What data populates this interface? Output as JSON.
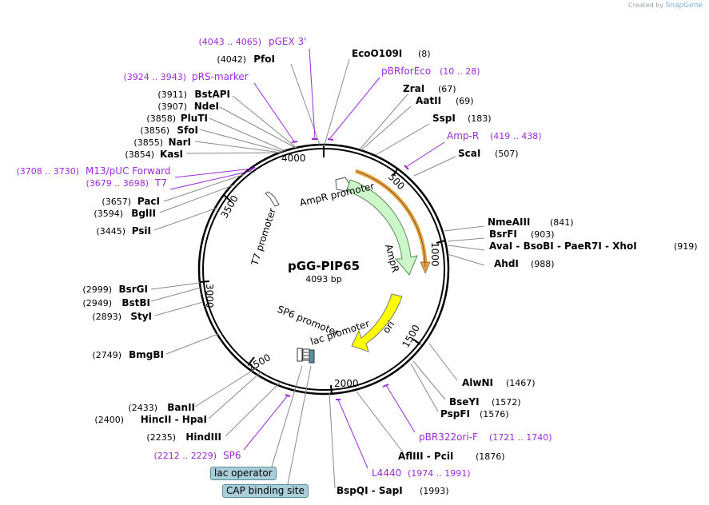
{
  "credit": {
    "prefix": "Created by",
    "brand": "SnapGene"
  },
  "plasmid": {
    "name": "pGG-PIP65",
    "size": "4093 bp"
  },
  "ring_ticks": [
    "500",
    "1000",
    "1500",
    "2000",
    "2500",
    "3000",
    "3500",
    "4000"
  ],
  "features": {
    "ampr_promoter": "AmpR promoter",
    "ampr": "AmpR",
    "ori": "ori",
    "t7_promoter": "T7 promoter",
    "sp6_promoter": "SP6 promoter",
    "lac_promoter": "lac promoter"
  },
  "sites_right": [
    {
      "name": "EcoO109I",
      "pos": "(8)"
    },
    {
      "name": "ZraI",
      "pos": "(67)"
    },
    {
      "name": "AatII",
      "pos": "(69)"
    },
    {
      "name": "SspI",
      "pos": "(183)"
    },
    {
      "name": "ScaI",
      "pos": "(507)"
    },
    {
      "name": "NmeAIII",
      "pos": "(841)"
    },
    {
      "name": "BsrFI",
      "pos": "(903)"
    },
    {
      "name": "AvaI - BsoBI - PaeR7I - XhoI",
      "pos": "(919)"
    },
    {
      "name": "AhdI",
      "pos": "(988)"
    },
    {
      "name": "AlwNI",
      "pos": "(1467)"
    },
    {
      "name": "BseYI",
      "pos": "(1572)"
    },
    {
      "name": "PspFI",
      "pos": "(1576)"
    },
    {
      "name": "AflIII - PciI",
      "pos": "(1876)"
    },
    {
      "name": "BspQI - SapI",
      "pos": "(1993)"
    }
  ],
  "sites_left": [
    {
      "name": "PfoI",
      "pos": "(4042)"
    },
    {
      "name": "BstAPI",
      "pos": "(3911)"
    },
    {
      "name": "NdeI",
      "pos": "(3907)"
    },
    {
      "name": "PluTI",
      "pos": "(3858)"
    },
    {
      "name": "SfoI",
      "pos": "(3856)"
    },
    {
      "name": "NarI",
      "pos": "(3855)"
    },
    {
      "name": "KasI",
      "pos": "(3854)"
    },
    {
      "name": "PacI",
      "pos": "(3657)"
    },
    {
      "name": "BglII",
      "pos": "(3594)"
    },
    {
      "name": "PsiI",
      "pos": "(3445)"
    },
    {
      "name": "BsrGI",
      "pos": "(2999)"
    },
    {
      "name": "BstBI",
      "pos": "(2949)"
    },
    {
      "name": "StyI",
      "pos": "(2893)"
    },
    {
      "name": "BmgBI",
      "pos": "(2749)"
    },
    {
      "name": "BanII",
      "pos": "(2433)"
    },
    {
      "name": "HincII - HpaI",
      "pos": "(2400)"
    },
    {
      "name": "HindIII",
      "pos": "(2235)"
    }
  ],
  "primers": [
    {
      "name": "pGEX 3'",
      "range": "(4043 .. 4065)"
    },
    {
      "name": "pBRforEco",
      "range": "(10 .. 28)"
    },
    {
      "name": "pRS-marker",
      "range": "(3924 .. 3943)"
    },
    {
      "name": "Amp-R",
      "range": "(419 .. 438)"
    },
    {
      "name": "M13/pUC Forward",
      "range": "(3708 .. 3730)"
    },
    {
      "name": "T7",
      "range": "(3679 .. 3698)"
    },
    {
      "name": "pBR322ori-F",
      "range": "(1721 .. 1740)"
    },
    {
      "name": "L4440",
      "range": "(1974 .. 1991)"
    },
    {
      "name": "SP6",
      "range": "(2212 .. 2229)"
    }
  ],
  "boxed_features": {
    "lac_operator": "lac operator",
    "cap_site": "CAP binding site"
  },
  "colors": {
    "primer": "#9a2bd9",
    "ampr_fill": "#ccf7c8",
    "ori_fill": "#ffff00",
    "orange_arrow": "#e8a13a",
    "boxed_feature": "#a7ced9"
  }
}
